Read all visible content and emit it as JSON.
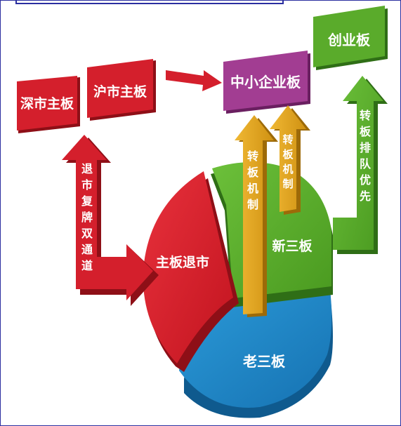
{
  "nodes": {
    "shenzhen_main": "深市主板",
    "shanghai_main": "沪市主板",
    "sme_board": "中小企业板",
    "chinext": "创业板",
    "main_delist": "主板退市",
    "new_third_board": "新三板",
    "old_third_board": "老三板"
  },
  "arrows": {
    "relist_channel": "退市复牌双通道",
    "transfer_mechanism_1": "转板机制",
    "transfer_mechanism_2": "转板机制",
    "transfer_queue_priority": "转板排队优先"
  },
  "colors": {
    "red": "#d41f2c",
    "red_dark": "#8e0f17",
    "purple": "#a23d92",
    "purple_dark": "#6a1f60",
    "green": "#5aab2b",
    "green_dark": "#2f6e16",
    "blue": "#1e86c8",
    "blue_dark": "#0f5a8e",
    "gold": "#e2a51e",
    "gold_dark": "#9d6a08",
    "frame": "#2b2fa0"
  }
}
